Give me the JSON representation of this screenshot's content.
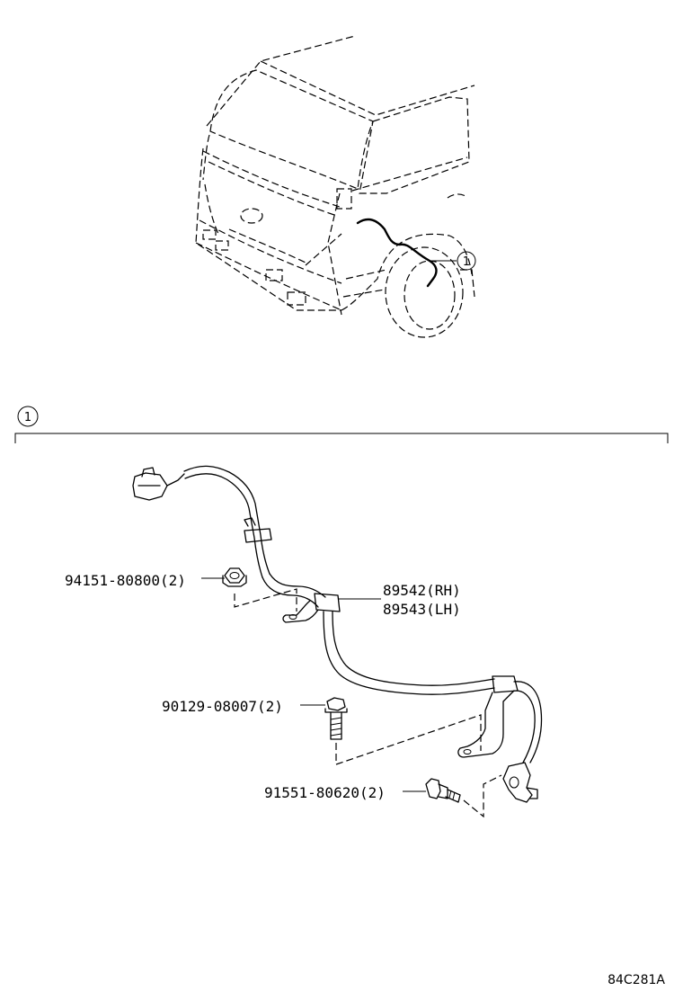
{
  "callout": {
    "number": "1"
  },
  "section_marker": {
    "number": "1"
  },
  "parts": [
    {
      "part_no": "94151-80800",
      "qty": "(2)"
    },
    {
      "part_no": "89542",
      "variant": "(RH)"
    },
    {
      "part_no": "89543",
      "variant": "(LH)"
    },
    {
      "part_no": "90129-08007",
      "qty": "(2)"
    },
    {
      "part_no": "91551-80620",
      "qty": "(2)"
    }
  ],
  "diagram_code": "84C281A"
}
